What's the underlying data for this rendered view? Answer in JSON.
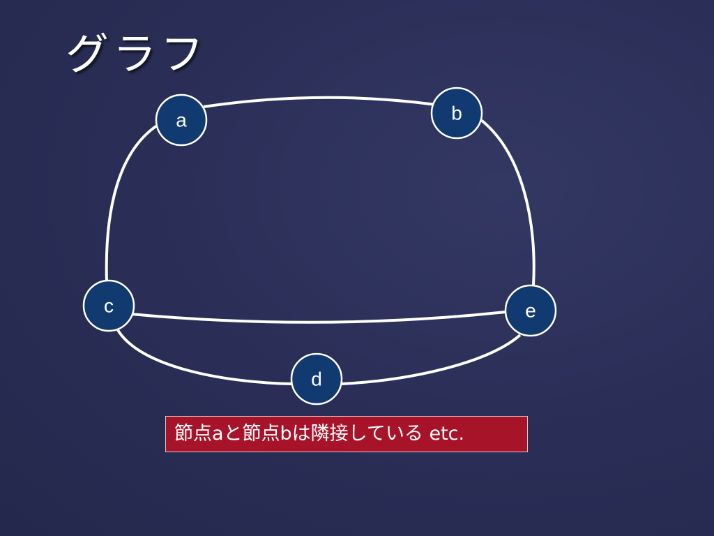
{
  "slide": {
    "title": "グラフ",
    "caption": "節点aと節点bは隣接している etc."
  },
  "graph": {
    "nodes": [
      {
        "id": "a",
        "label": "a"
      },
      {
        "id": "b",
        "label": "b"
      },
      {
        "id": "c",
        "label": "c"
      },
      {
        "id": "d",
        "label": "d"
      },
      {
        "id": "e",
        "label": "e"
      }
    ],
    "edges": [
      {
        "from": "a",
        "to": "b"
      },
      {
        "from": "a",
        "to": "c"
      },
      {
        "from": "b",
        "to": "e"
      },
      {
        "from": "c",
        "to": "e"
      },
      {
        "from": "c",
        "to": "d"
      },
      {
        "from": "d",
        "to": "e"
      }
    ]
  },
  "colors": {
    "background": "#2b2f58",
    "node_fill": "#103a70",
    "edge": "#ffffff",
    "caption_box": "#a7142a"
  }
}
